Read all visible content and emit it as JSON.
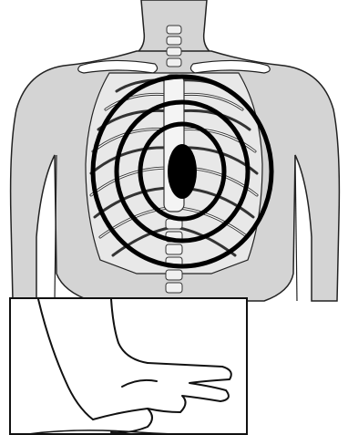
{
  "figure": {
    "subject": "chest-compression-illustration",
    "panels": [
      {
        "name": "torso-ribcage",
        "icon": "ribcage-icon"
      },
      {
        "name": "hands-inset",
        "icon": "hands-icon"
      }
    ],
    "colors": {
      "background": "#ffffff",
      "skin": "#d4d4d4",
      "outline": "#222222",
      "bone": "#ffffff",
      "rings": "#000000",
      "target": "#000000"
    },
    "ring_count": 3
  }
}
